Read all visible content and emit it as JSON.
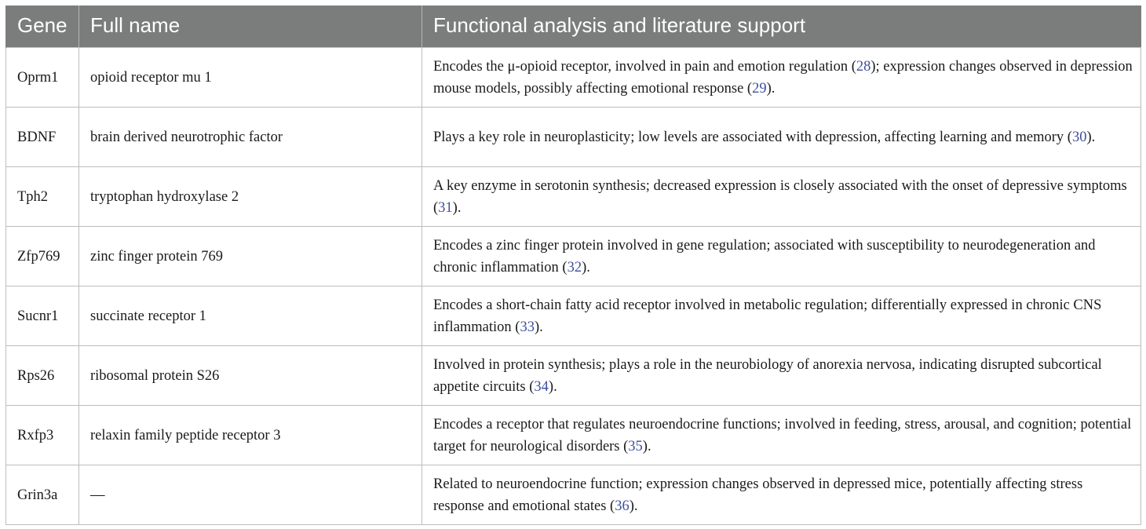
{
  "table": {
    "headers": [
      "Gene",
      "Full name",
      "Functional analysis and literature support"
    ],
    "rows": [
      {
        "gene": "Oprm1",
        "full_name": "opioid receptor mu 1",
        "func_parts": [
          "Encodes the μ-opioid receptor, involved in pain and emotion regulation (",
          "28",
          "); expression changes observed in depression mouse models, possibly affecting emotional response (",
          "29",
          ")."
        ]
      },
      {
        "gene": "BDNF",
        "full_name": "brain derived neurotrophic factor",
        "func_parts": [
          "Plays a key role in neuroplasticity; low levels are associated with depression, affecting learning and memory (",
          "30",
          ")."
        ]
      },
      {
        "gene": "Tph2",
        "full_name": "tryptophan hydroxylase 2",
        "func_parts": [
          "A key enzyme in serotonin synthesis; decreased expression is closely associated with the onset of depressive symptoms (",
          "31",
          ")."
        ]
      },
      {
        "gene": "Zfp769",
        "full_name": "zinc finger protein 769",
        "func_parts": [
          "Encodes a zinc finger protein involved in gene regulation; associated with susceptibility to neurodegeneration and chronic inflammation (",
          "32",
          ")."
        ]
      },
      {
        "gene": "Sucnr1",
        "full_name": "succinate receptor 1",
        "func_parts": [
          "Encodes a short-chain fatty acid receptor involved in metabolic regulation; differentially expressed in chronic CNS inflammation (",
          "33",
          ")."
        ]
      },
      {
        "gene": "Rps26",
        "full_name": "ribosomal protein S26",
        "func_parts": [
          "Involved in protein synthesis; plays a role in the neurobiology of anorexia nervosa, indicating disrupted subcortical appetite circuits (",
          "34",
          ")."
        ]
      },
      {
        "gene": "Rxfp3",
        "full_name": "relaxin family peptide receptor 3",
        "func_parts": [
          "Encodes a receptor that regulates neuroendocrine functions; involved in feeding, stress, arousal, and cognition; potential target for neurological disorders (",
          "35",
          ")."
        ]
      },
      {
        "gene": "Grin3a",
        "full_name": "—",
        "func_parts": [
          "Related to neuroendocrine function; expression changes observed in depressed mice, potentially affecting stress response and emotional states (",
          "36",
          ")."
        ]
      }
    ]
  },
  "colors": {
    "header_bg": "#7b7d7c",
    "header_text": "#ffffff",
    "reference_link": "#3d4f9e",
    "grid_line": "#bdbdbd"
  }
}
